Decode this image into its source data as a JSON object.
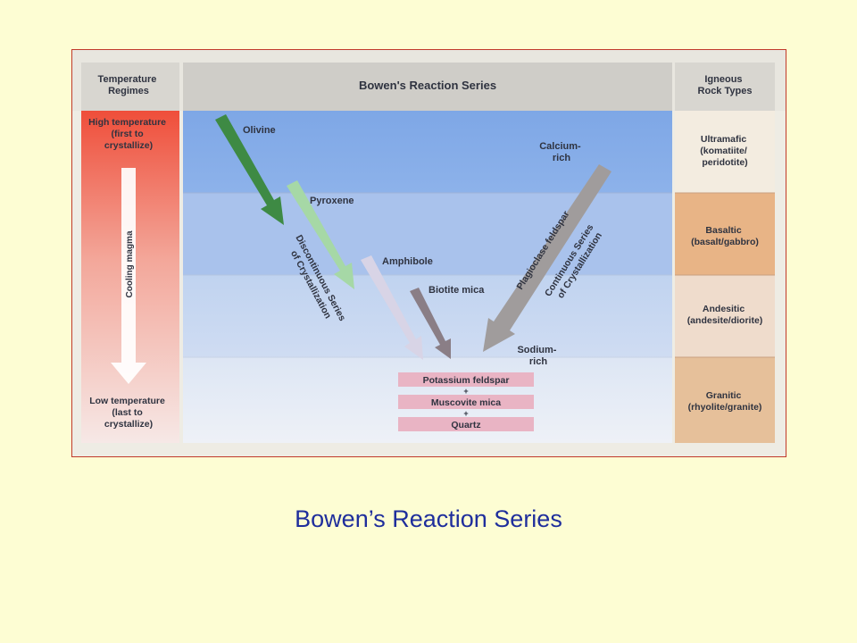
{
  "header": {
    "left_line1": "Temperature",
    "left_line2": "Regimes",
    "center": "Bowen's Reaction Series",
    "right_line1": "Igneous",
    "right_line2": "Rock Types"
  },
  "temperature": {
    "high_line1": "High temperature",
    "high_line2": "(first to",
    "high_line3": "crystallize)",
    "cooling": "Cooling magma",
    "low_line1": "Low temperature",
    "low_line2": "(last to",
    "low_line3": "crystallize)"
  },
  "discontinuous": {
    "minerals": [
      "Olivine",
      "Pyroxene",
      "Amphibole",
      "Biotite mica"
    ],
    "series_line1": "Discontinuous Series",
    "series_line2": "of Crystallization"
  },
  "continuous": {
    "calcium_line1": "Calcium-",
    "calcium_line2": "rich",
    "arrow_label": "Plagioclase feldspar",
    "series_line1": "Continuous Series",
    "series_line2": "of Crystallization",
    "sodium_line1": "Sodium-",
    "sodium_line2": "rich"
  },
  "final_minerals": [
    "Potassium feldspar",
    "Muscovite mica",
    "Quartz"
  ],
  "plus_sign": "+",
  "rock_types": [
    {
      "line1": "Ultramafic",
      "line2": "(komatiite/",
      "line3": "peridotite)"
    },
    {
      "line1": "Basaltic",
      "line2": "(basalt/gabbro)",
      "line3": ""
    },
    {
      "line1": "Andesitic",
      "line2": "(andesite/diorite)",
      "line3": ""
    },
    {
      "line1": "Granitic",
      "line2": "(rhyolite/granite)",
      "line3": ""
    }
  ],
  "caption": "Bowen’s Reaction Series",
  "colors": {
    "page_background": "#fdfdd3",
    "caption": "#1f2e9c",
    "frame_border": "#c0392b",
    "olivine_arrow": "#3e8a44",
    "pyroxene_arrow": "#a6d8a6",
    "amphibole_arrow": "#d8d4e6",
    "biotite_arrow": "#8a7e86",
    "plagioclase_arrow": "#a09c9c",
    "final_mineral_box": "#e9b4c4"
  }
}
